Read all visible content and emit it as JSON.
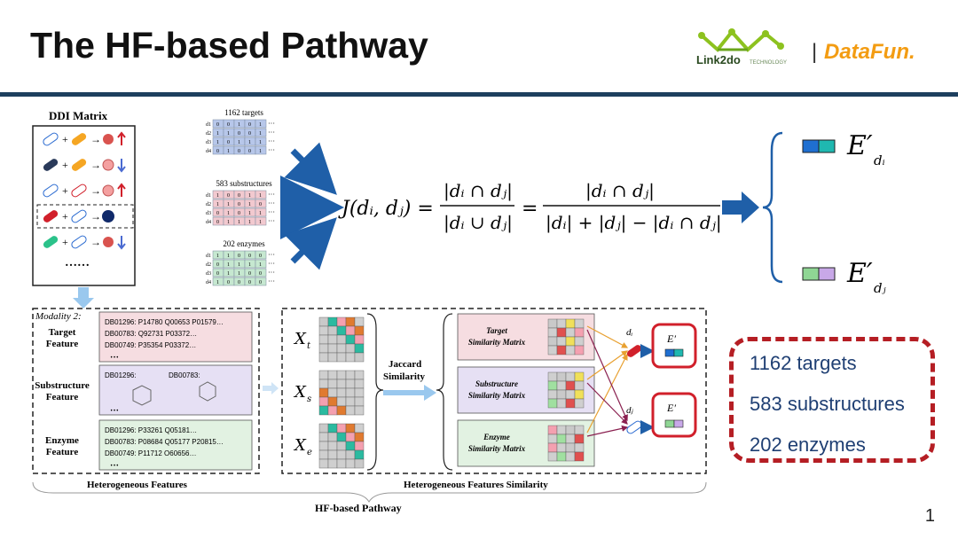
{
  "title": "The HF-based Pathway",
  "logo": {
    "left_text": "Link2do",
    "left_sub": "TECHNOLOGY",
    "separator": "|",
    "right_text": "DataFun."
  },
  "ddi": {
    "title": "DDI Matrix",
    "ellipsis": "……"
  },
  "matrices": [
    {
      "label": "1162 targets",
      "rows": [
        "0 0 1 0 1",
        "1 1 0 0 1",
        "1 0 1 1 1",
        "0 1 0 0 1"
      ],
      "color": "#b7c7ea"
    },
    {
      "label": "583 substructures",
      "rows": [
        "1 0 0 1 1",
        "1 1 0 1 0",
        "0 1 0 1 1",
        "0 1 1 1 1"
      ],
      "color": "#f2c9cf"
    },
    {
      "label": "202 enzymes",
      "rows": [
        "1 1 0 0 0",
        "0 1 1 1 1",
        "0 1 1 0 0",
        "1 0 0 0 0"
      ],
      "color": "#c6e8d0"
    }
  ],
  "row_labels": [
    "d1",
    "d2",
    "d3",
    "d4"
  ],
  "formula": {
    "lhs": "J(dᵢ, dⱼ) =",
    "num1": "|dᵢ ∩ dⱼ|",
    "den1": "|dᵢ ∪ dⱼ|",
    "eq": "=",
    "num2": "|dᵢ ∩ dⱼ|",
    "den2": "|dᵢ| + |dⱼ| − |dᵢ ∩ dⱼ|"
  },
  "embeddings": {
    "ei": "E′",
    "ei_sub": "dᵢ",
    "ej": "E′",
    "ej_sub": "dⱼ"
  },
  "colors": {
    "blue_block": "#1f6fd1",
    "teal_block": "#1fb8b0",
    "green_block": "#8fd694",
    "purple_block": "#c8a8e8",
    "arrow": "#1f5fa8",
    "red": "#d1202b"
  },
  "panel": {
    "modality": "Modality 2:",
    "features": [
      {
        "name": "Target\nFeature",
        "lines": [
          "DB01296: P14780 Q00653 P01579…",
          "DB00783: Q92731 P03372…",
          "DB00749: P35354 P03372…"
        ]
      },
      {
        "name": "Substructure\nFeature",
        "lines": [
          "DB01296:",
          "DB00783:"
        ]
      },
      {
        "name": "Enzyme\nFeature",
        "lines": [
          "DB01296: P33261 Q05181…",
          "DB00783: P08684 Q05177 P20815…",
          "DB00749: P11712 O60656…"
        ]
      }
    ],
    "x_labels": [
      "X_t",
      "X_s",
      "X_e"
    ],
    "jaccard": "Jaccard\nSimilarity",
    "sims": [
      "Target\nSimilarity Matrix",
      "Substructure\nSimilarity Matrix",
      "Enzyme\nSimilarity Matrix"
    ],
    "di": "dᵢ",
    "dj": "dⱼ",
    "hf_label": "Heterogeneous Features",
    "hfs_label": "Heterogeneous Features Similarity",
    "pathway": "HF-based Pathway"
  },
  "stats": [
    "1162 targets",
    "583 substructures",
    "202 enzymes"
  ],
  "page_number": "1"
}
